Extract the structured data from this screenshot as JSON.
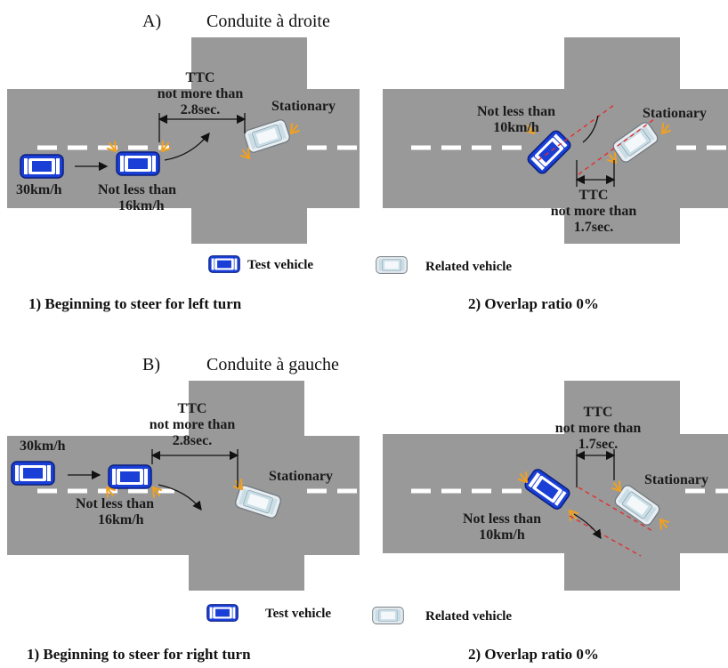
{
  "sections": [
    {
      "letter": "A)",
      "title": "Conduite à droite",
      "left": {
        "speed_initial": "30km/h",
        "speed_min_line1": "Not less than",
        "speed_min_line2": "16km/h",
        "ttc_line1": "TTC",
        "ttc_line2": "not more than",
        "ttc_line3": "2.8sec.",
        "stationary": "Stationary",
        "caption": "1) Beginning to steer for left turn"
      },
      "right": {
        "speed_min_line1": "Not less than",
        "speed_min_line2": "10km/h",
        "ttc_line1": "TTC",
        "ttc_line2": "not more than",
        "ttc_line3": "1.7sec.",
        "stationary": "Stationary",
        "caption": "2) Overlap ratio 0%"
      },
      "legend": {
        "test": "Test vehicle",
        "related": "Related vehicle"
      }
    },
    {
      "letter": "B)",
      "title": "Conduite à gauche",
      "left": {
        "speed_initial": "30km/h",
        "speed_min_line1": "Not less than",
        "speed_min_line2": "16km/h",
        "ttc_line1": "TTC",
        "ttc_line2": "not more than",
        "ttc_line3": "2.8sec.",
        "stationary": "Stationary",
        "caption": "1) Beginning to steer for right turn"
      },
      "right": {
        "speed_min_line1": "Not less than",
        "speed_min_line2": "10km/h",
        "ttc_line1": "TTC",
        "ttc_line2": "not more than",
        "ttc_line3": "1.7sec.",
        "stationary": "Stationary",
        "caption": "2) Overlap ratio 0%"
      },
      "legend": {
        "test": "Test vehicle",
        "related": "Related vehicle"
      }
    }
  ],
  "colors": {
    "road": "#999999",
    "test_vehicle": "#1a3fd6",
    "related_vehicle": "#e8eef2",
    "indicator": "#f0a020",
    "ttc_line": "#e03030"
  }
}
